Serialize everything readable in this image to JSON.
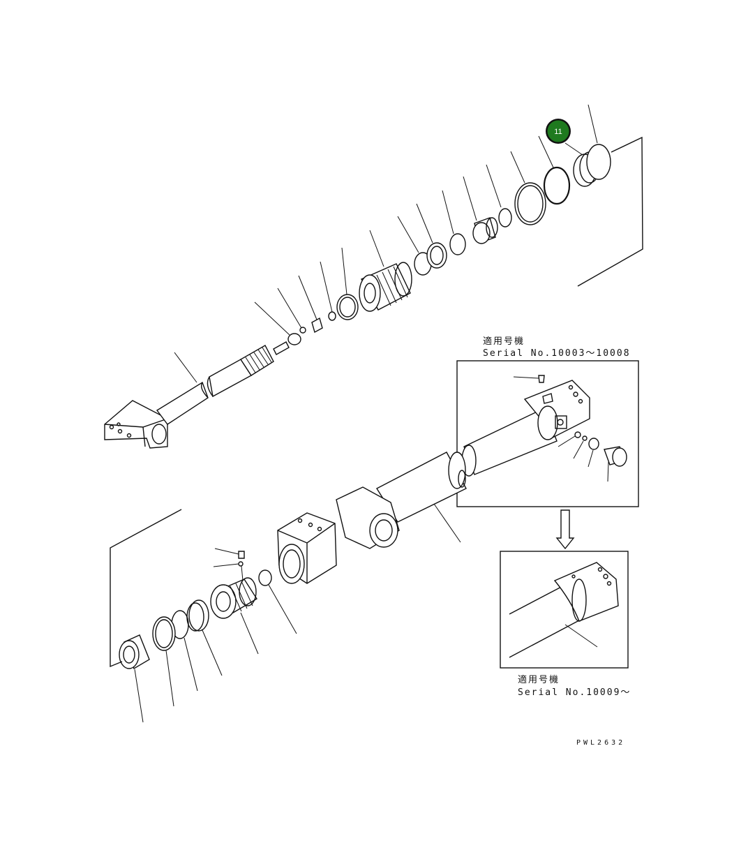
{
  "callout": {
    "label": "11",
    "color": "#1f7a1f"
  },
  "inset_top": {
    "caption_jp": "適用号機",
    "caption_serial": "Serial No.10003～10008"
  },
  "inset_bottom": {
    "caption_jp": "適用号機",
    "caption_serial": "Serial No.10009～"
  },
  "drawing_code": "PWL2632"
}
